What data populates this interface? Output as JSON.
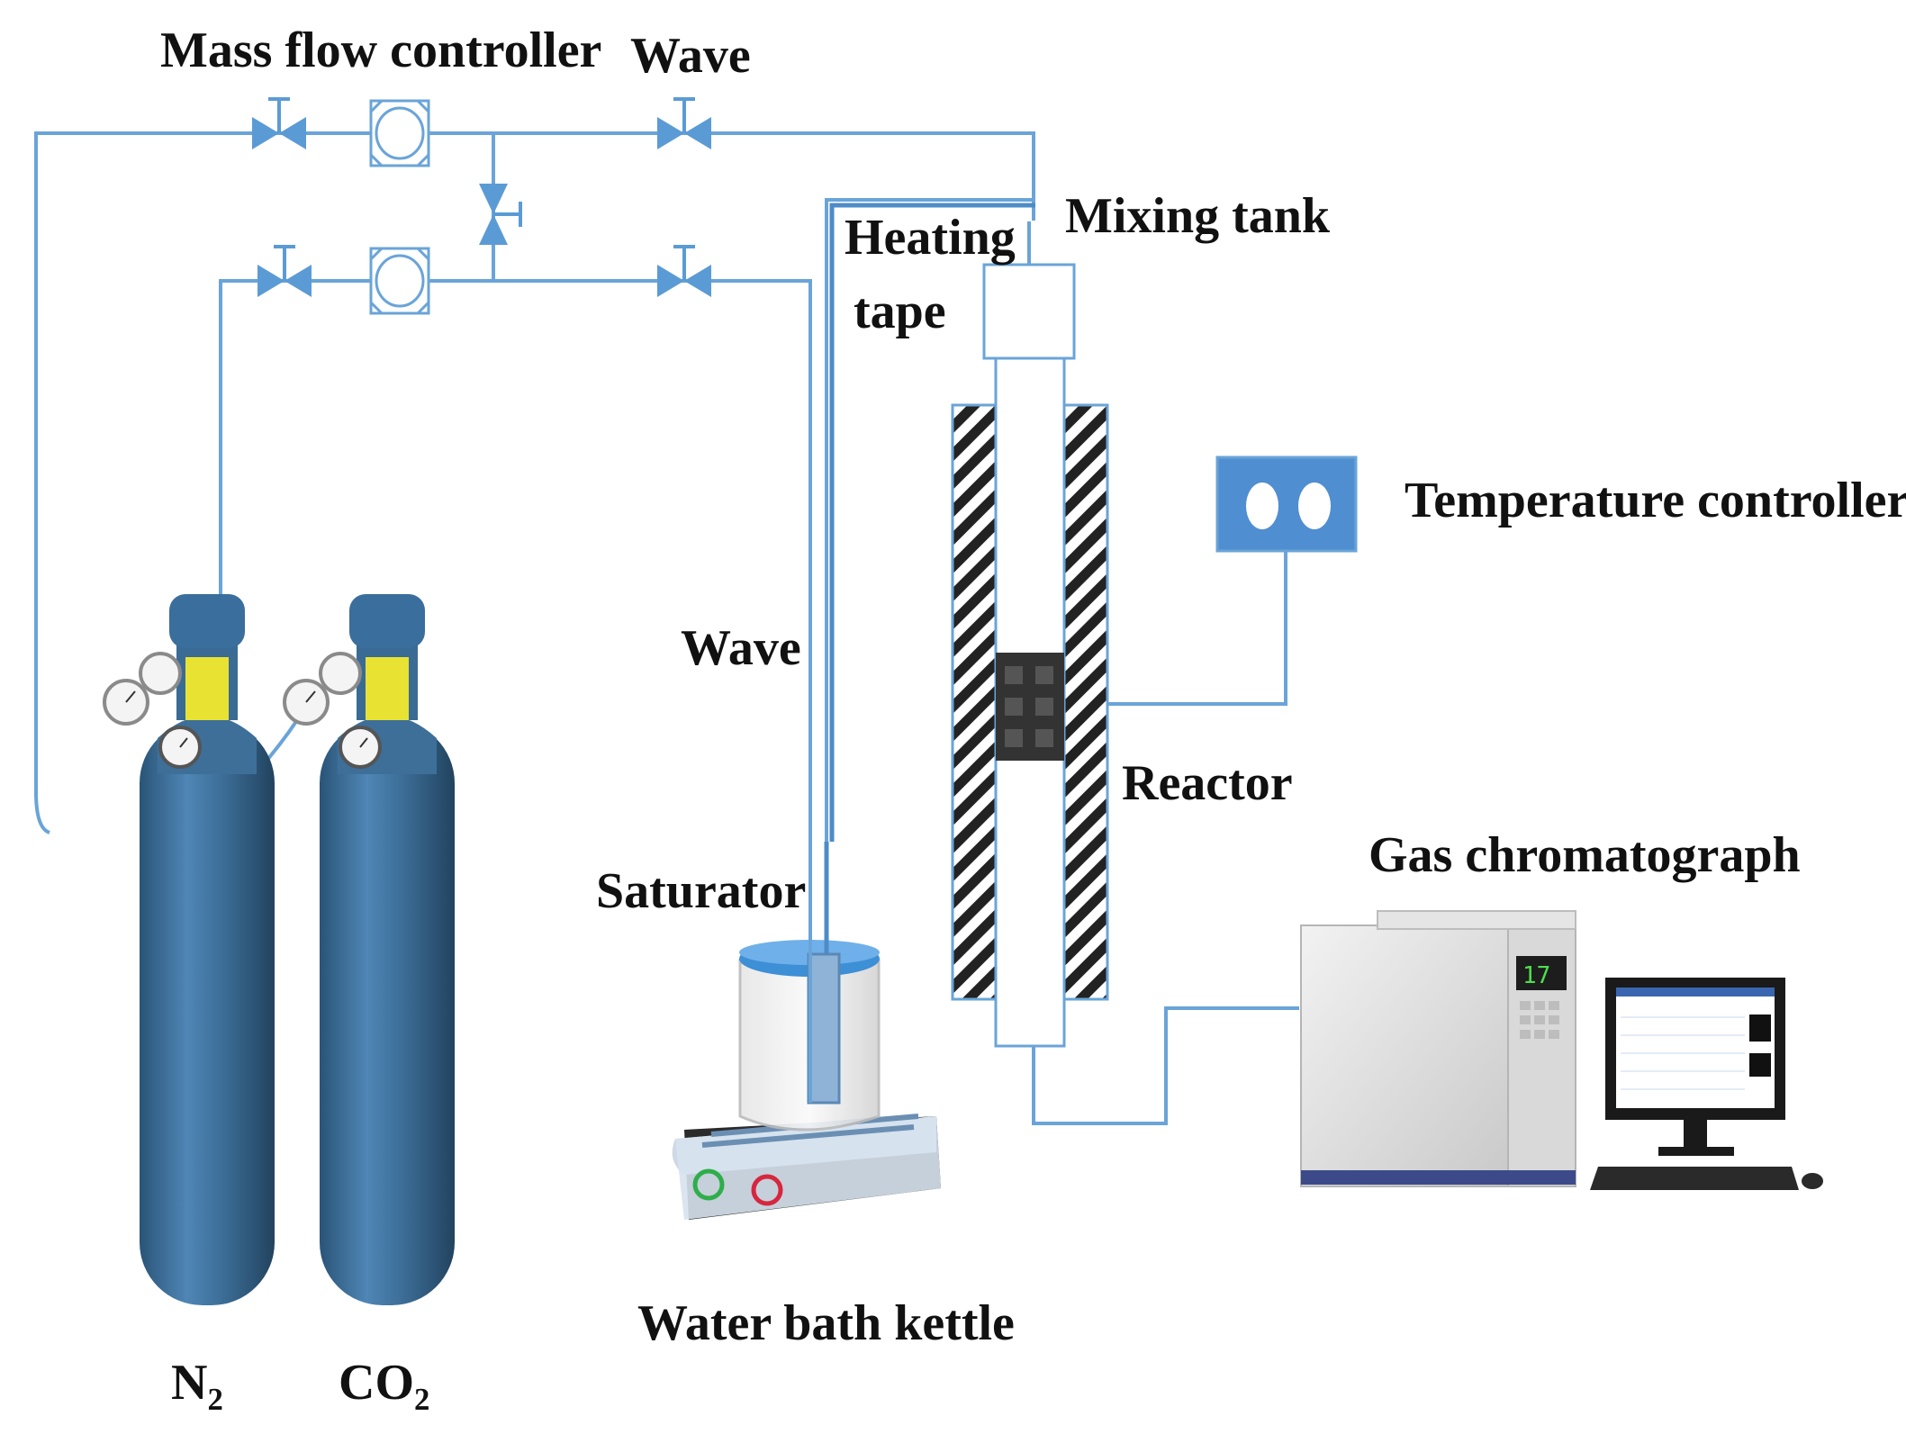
{
  "colors": {
    "pipe": "#6aa4d8",
    "valve": "#5b9bd5",
    "cylinder": "#3d6f99",
    "cylinder_dark": "#2a4f73",
    "regulator_yellow": "#e8e233",
    "controller_box": "#4f8ed0",
    "hatch": "#222222",
    "water": "#7fb1dd"
  },
  "labels": {
    "mass_flow_controller": "Mass flow controller",
    "wave_top": "Wave",
    "mixing_tank": "Mixing tank",
    "heating": "Heating",
    "tape": "tape",
    "temperature_controller": "Temperature controller",
    "wave_side": "Wave",
    "reactor": "Reactor",
    "saturator": "Saturator",
    "gas_chromatograph": "Gas chromatograph",
    "water_bath_kettle": "Water bath kettle",
    "n2_base": "N",
    "n2_sub": "2",
    "co2_base": "CO",
    "co2_sub": "2"
  },
  "icons": {
    "valve": "needle-valve-icon",
    "flow_meter": "mass-flow-meter-icon",
    "cylinder": "gas-cylinder-icon",
    "gauge": "pressure-gauge-icon",
    "computer": "computer-monitor-icon"
  }
}
